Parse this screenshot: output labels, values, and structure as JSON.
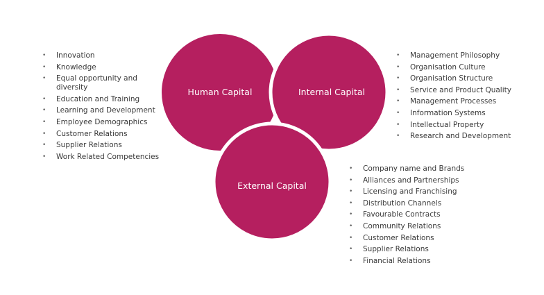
{
  "colors": {
    "circle": "#b51f5f",
    "gap": "#ffffff",
    "text": "#3a3a3a"
  },
  "circles": [
    {
      "id": "human",
      "label": "Human Capital",
      "items": [
        "Innovation",
        "Knowledge",
        "Equal opportunity and diversity",
        "Education and Training",
        "Learning and Development",
        "Employee Demographics",
        "Customer Relations",
        "Supplier Relations",
        "Work Related Competencies"
      ]
    },
    {
      "id": "internal",
      "label": "Internal Capital",
      "items": [
        "Management Philosophy",
        "Organisation Culture",
        "Organisation Structure",
        "Service and Product Quality",
        "Management Processes",
        "Information Systems",
        "Intellectual Property",
        "Research and Development"
      ]
    },
    {
      "id": "external",
      "label": "External Capital",
      "items": [
        "Company name and Brands",
        "Alliances and Partnerships",
        "Licensing and Franchising",
        "Distribution Channels",
        "Favourable Contracts",
        "Community Relations",
        "Customer Relations",
        "Supplier Relations",
        "Financial Relations"
      ]
    }
  ]
}
